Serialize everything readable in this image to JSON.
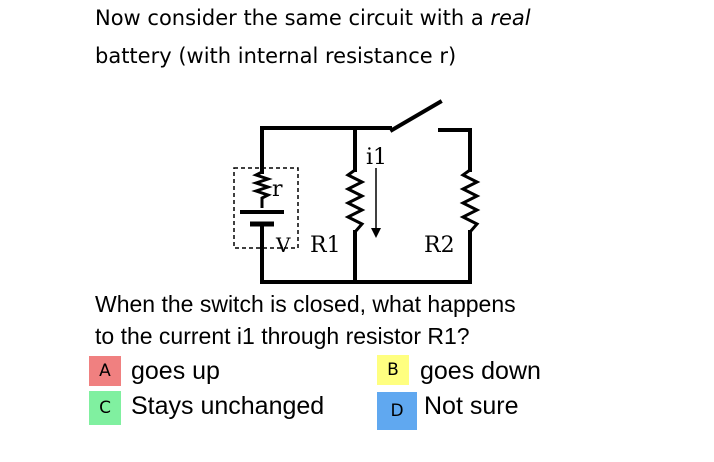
{
  "intro": {
    "line1_prefix": "Now consider the same circuit with a ",
    "line1_emphasis": "real",
    "line2": "battery (with internal resistance r)"
  },
  "circuit": {
    "label_r": "r",
    "label_v": "V",
    "label_r1": "R1",
    "label_r2": "R2",
    "label_i1": "i1"
  },
  "question": {
    "line1": "When the switch is closed, what happens",
    "line2": "to the current i1 through resistor R1?"
  },
  "options": [
    {
      "letter": "A",
      "text": "goes up",
      "color": "#f08080"
    },
    {
      "letter": "B",
      "text": "goes down",
      "color": "#ffff80"
    },
    {
      "letter": "C",
      "text": "Stays unchanged",
      "color": "#80f0a0"
    },
    {
      "letter": "D",
      "text": "Not sure",
      "color": "#60a8f0"
    }
  ]
}
